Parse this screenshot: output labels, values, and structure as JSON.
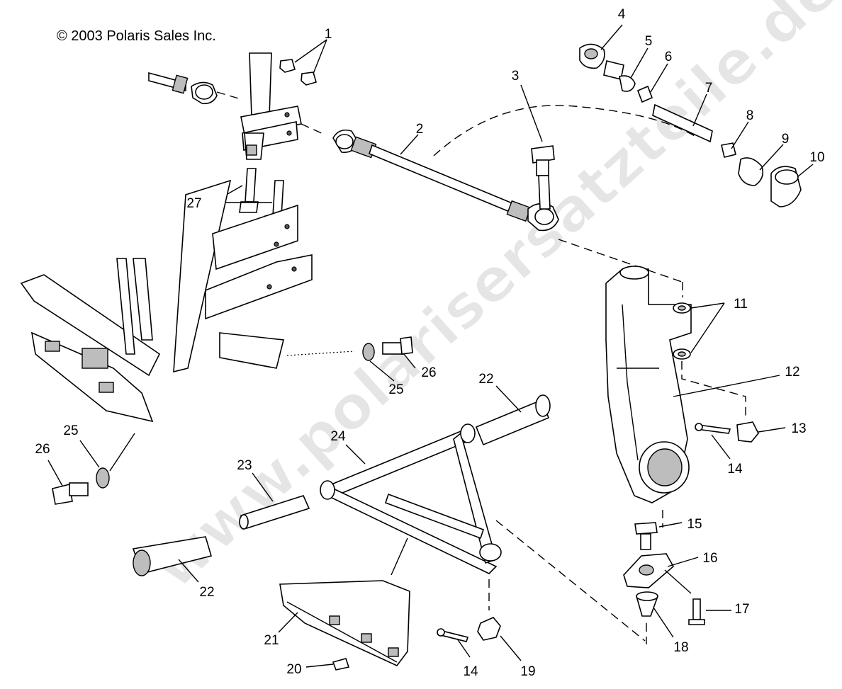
{
  "copyright": "© 2003 Polaris Sales Inc.",
  "watermark": "www.polarisersatzteile.de",
  "callouts": [
    {
      "id": "c1",
      "text": "1"
    },
    {
      "id": "c2",
      "text": "2"
    },
    {
      "id": "c3",
      "text": "3"
    },
    {
      "id": "c4",
      "text": "4"
    },
    {
      "id": "c5",
      "text": "5"
    },
    {
      "id": "c6",
      "text": "6"
    },
    {
      "id": "c7",
      "text": "7"
    },
    {
      "id": "c8",
      "text": "8"
    },
    {
      "id": "c9",
      "text": "9"
    },
    {
      "id": "c10",
      "text": "10"
    },
    {
      "id": "c11",
      "text": "11"
    },
    {
      "id": "c12",
      "text": "12"
    },
    {
      "id": "c13",
      "text": "13"
    },
    {
      "id": "c14a",
      "text": "14"
    },
    {
      "id": "c14b",
      "text": "14"
    },
    {
      "id": "c15",
      "text": "15"
    },
    {
      "id": "c16",
      "text": "16"
    },
    {
      "id": "c17",
      "text": "17"
    },
    {
      "id": "c18",
      "text": "18"
    },
    {
      "id": "c19",
      "text": "19"
    },
    {
      "id": "c20",
      "text": "20"
    },
    {
      "id": "c21",
      "text": "21"
    },
    {
      "id": "c22a",
      "text": "22"
    },
    {
      "id": "c22b",
      "text": "22"
    },
    {
      "id": "c23",
      "text": "23"
    },
    {
      "id": "c24",
      "text": "24"
    },
    {
      "id": "c25a",
      "text": "25"
    },
    {
      "id": "c25b",
      "text": "25"
    },
    {
      "id": "c26a",
      "text": "26"
    },
    {
      "id": "c26b",
      "text": "26"
    },
    {
      "id": "c27",
      "text": "27"
    }
  ]
}
